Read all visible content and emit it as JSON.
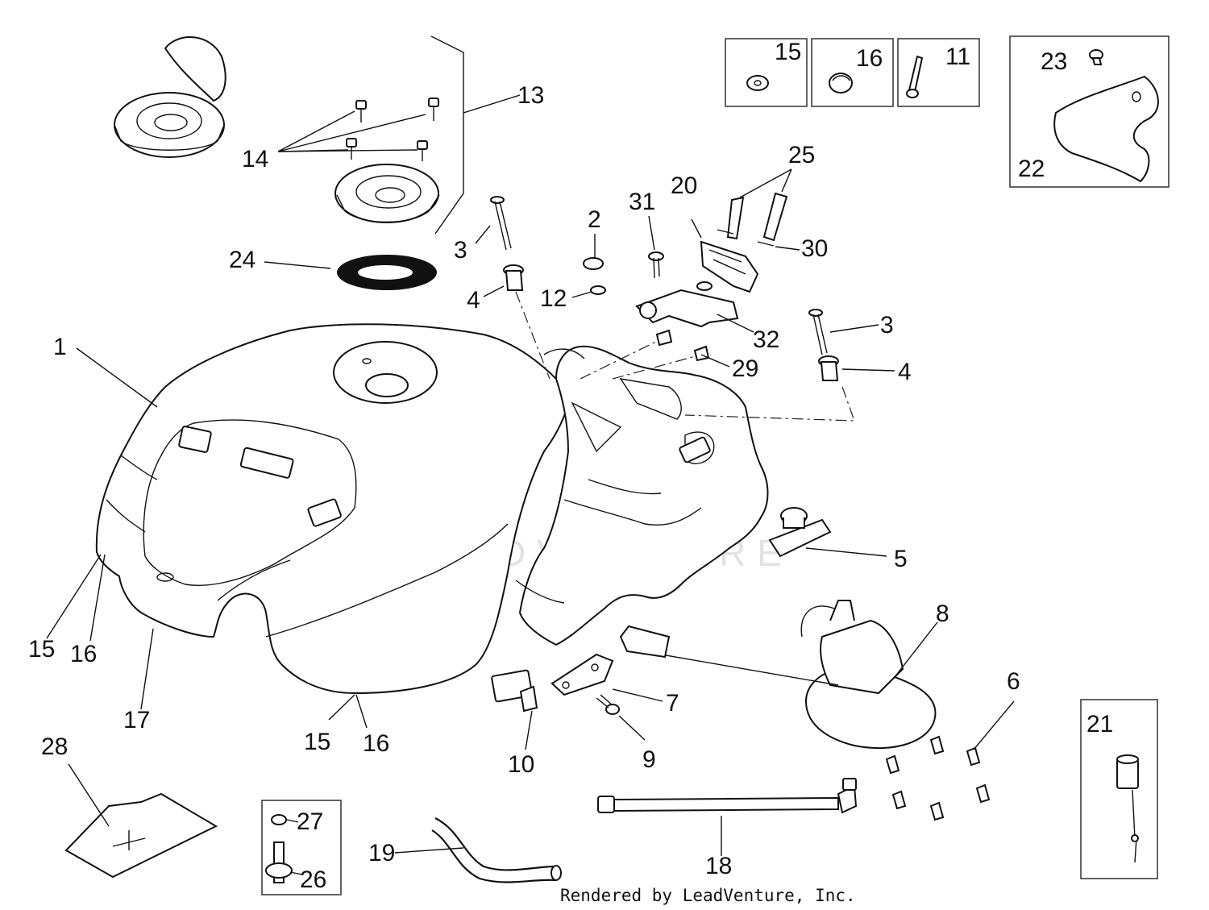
{
  "watermark": "LEADVENTURE",
  "credit": "Rendered by LeadVenture, Inc.",
  "callouts": [
    {
      "id": "c1",
      "label": "1"
    },
    {
      "id": "c2",
      "label": "2"
    },
    {
      "id": "c3a",
      "label": "3"
    },
    {
      "id": "c3b",
      "label": "3"
    },
    {
      "id": "c4a",
      "label": "4"
    },
    {
      "id": "c4b",
      "label": "4"
    },
    {
      "id": "c5",
      "label": "5"
    },
    {
      "id": "c6",
      "label": "6"
    },
    {
      "id": "c7",
      "label": "7"
    },
    {
      "id": "c8",
      "label": "8"
    },
    {
      "id": "c9",
      "label": "9"
    },
    {
      "id": "c10",
      "label": "10"
    },
    {
      "id": "c11",
      "label": "11"
    },
    {
      "id": "c12",
      "label": "12"
    },
    {
      "id": "c13",
      "label": "13"
    },
    {
      "id": "c14",
      "label": "14"
    },
    {
      "id": "c15a",
      "label": "15"
    },
    {
      "id": "c15b",
      "label": "15"
    },
    {
      "id": "c15c",
      "label": "15"
    },
    {
      "id": "c16a",
      "label": "16"
    },
    {
      "id": "c16b",
      "label": "16"
    },
    {
      "id": "c16c",
      "label": "16"
    },
    {
      "id": "c17",
      "label": "17"
    },
    {
      "id": "c18",
      "label": "18"
    },
    {
      "id": "c19",
      "label": "19"
    },
    {
      "id": "c20",
      "label": "20"
    },
    {
      "id": "c21",
      "label": "21"
    },
    {
      "id": "c22",
      "label": "22"
    },
    {
      "id": "c23",
      "label": "23"
    },
    {
      "id": "c24",
      "label": "24"
    },
    {
      "id": "c25",
      "label": "25"
    },
    {
      "id": "c26",
      "label": "26"
    },
    {
      "id": "c27",
      "label": "27"
    },
    {
      "id": "c28",
      "label": "28"
    },
    {
      "id": "c29",
      "label": "29"
    },
    {
      "id": "c30",
      "label": "30"
    },
    {
      "id": "c31",
      "label": "31"
    },
    {
      "id": "c32",
      "label": "32"
    }
  ]
}
